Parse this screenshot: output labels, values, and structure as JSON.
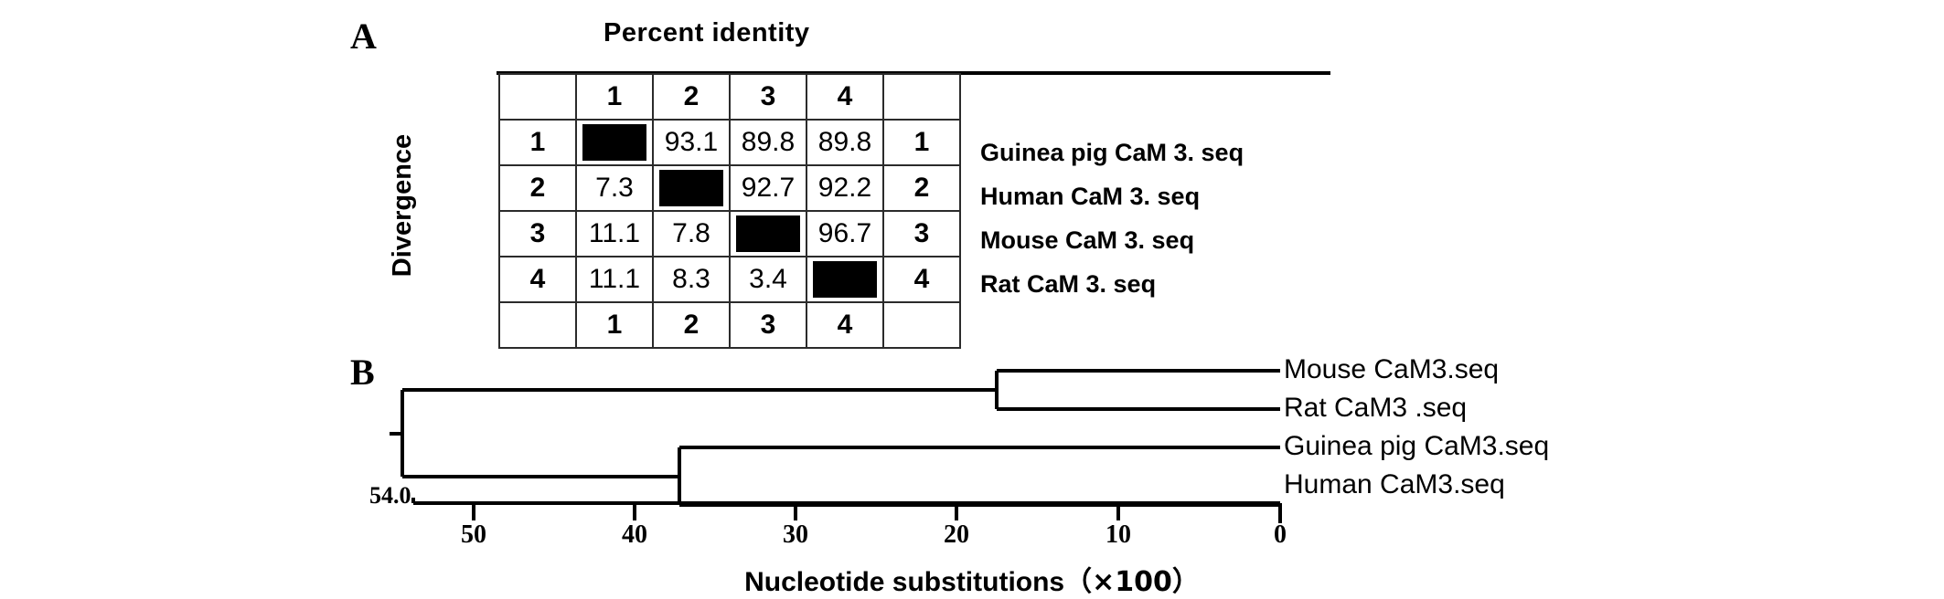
{
  "figure": {
    "panel_a_letter": "A",
    "panel_b_letter": "B"
  },
  "panel_a": {
    "title": "Percent  identity",
    "row_axis_label": "Divergence",
    "col_headers": [
      "1",
      "2",
      "3",
      "4"
    ],
    "row_headers": [
      "1",
      "2",
      "3",
      "4"
    ],
    "bottom_headers": [
      "1",
      "2",
      "3",
      "4"
    ],
    "right_headers": [
      "1",
      "2",
      "3",
      "4"
    ],
    "sequences": [
      "Guinea pig CaM 3. seq",
      "Human CaM 3. seq",
      "Mouse CaM 3. seq",
      "Rat CaM 3. seq"
    ],
    "matrix": [
      [
        "",
        "93.1",
        "89.8",
        "89.8"
      ],
      [
        "7.3",
        "",
        "92.7",
        "92.2"
      ],
      [
        "11.1",
        "7.8",
        "",
        "96.7"
      ],
      [
        "11.1",
        "8.3",
        "3.4",
        ""
      ]
    ],
    "diagonal_fill": "#000000"
  },
  "chart_data": {
    "type": "tree",
    "title": "",
    "xlabel": "Nucleotide substitutions（×100）",
    "xlabel_text": "Nucleotide substitutions",
    "xlabel_multiplier": "（×100）",
    "axis_ticks": [
      "50",
      "40",
      "30",
      "20",
      "10",
      "0"
    ],
    "axis_tick_values": [
      50,
      40,
      30,
      20,
      10,
      0
    ],
    "xlim": [
      54.0,
      0
    ],
    "root_label": "54.0",
    "grid": false,
    "leaves": [
      {
        "name": "Mouse CaM3.seq",
        "branch_length": 0
      },
      {
        "name": "Rat CaM3 .seq",
        "branch_length": 0
      },
      {
        "name": "Guinea pig CaM3.seq",
        "branch_length": 0
      },
      {
        "name": "Human CaM3.seq",
        "branch_length": 0
      }
    ],
    "nodes": [
      {
        "id": "root",
        "x_value": 54.0,
        "children": [
          "mouse-rat-node",
          "guineapig-human-node"
        ]
      },
      {
        "id": "mouse-rat-node",
        "x_value": 17.5,
        "children": [
          "Mouse CaM3.seq",
          "Rat CaM3 .seq"
        ]
      },
      {
        "id": "guineapig-human-node",
        "x_value": 37.0,
        "children": [
          "Guinea pig CaM3.seq",
          "Human CaM3.seq"
        ]
      }
    ]
  },
  "panel_b": {
    "tip_labels": [
      "Mouse CaM3.seq",
      "Rat CaM3 .seq",
      "Guinea pig CaM3.seq",
      "Human CaM3.seq"
    ],
    "root_value": "54.0",
    "axis_ticks": [
      "50",
      "40",
      "30",
      "20",
      "10",
      "0"
    ],
    "axis_title_text": "Nucleotide substitutions",
    "axis_title_multiplier": "（×100）"
  }
}
